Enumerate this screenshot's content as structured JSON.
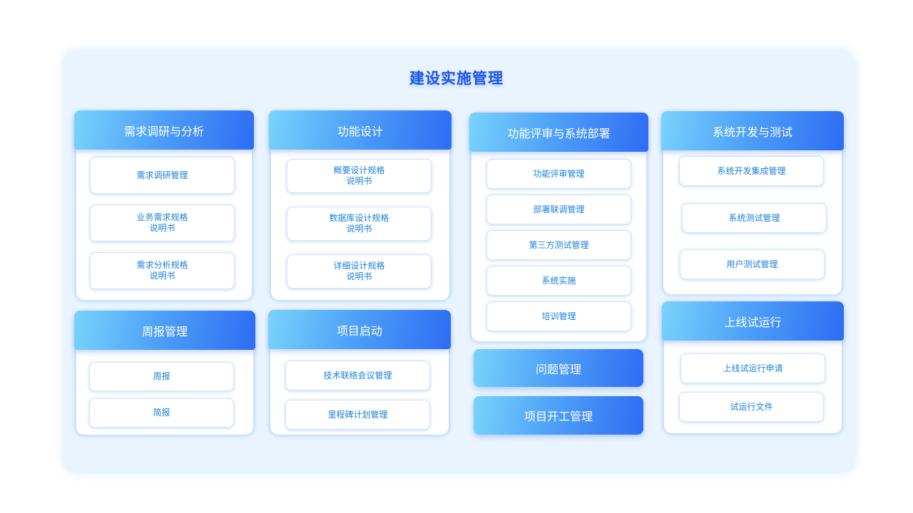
{
  "title": "建设实施管理",
  "cards": {
    "requirements": {
      "title": "需求调研与分析",
      "items": [
        "需求调研管理",
        "业务需求规格\n说明书",
        "需求分析规格\n说明书"
      ]
    },
    "weekly": {
      "title": "周报管理",
      "items": [
        "周报",
        "简报"
      ]
    },
    "design": {
      "title": "功能设计",
      "items": [
        "概要设计规格\n说明书",
        "数据库设计规格\n说明书",
        "详细设计规格\n说明书"
      ]
    },
    "kickoff": {
      "title": "项目启动",
      "items": [
        "技术联络会议管理",
        "里程碑计划管理"
      ]
    },
    "review": {
      "title": "功能评审与系统部署",
      "items": [
        "功能评审管理",
        "部署联调管理",
        "第三方测试管理",
        "系统实施",
        "培训管理"
      ]
    },
    "dev": {
      "title": "系统开发与测试",
      "items": [
        "系统开发集成管理",
        "系统测试管理",
        "用户测试管理"
      ]
    },
    "trial": {
      "title": "上线试运行",
      "items": [
        "上线试运行申请",
        "试运行文件"
      ]
    }
  },
  "blocks": {
    "issues": "问题管理",
    "start_work": "项目开工管理"
  },
  "colors": {
    "header_gradient_start": "#79d3fb",
    "header_gradient_end": "#2e6cf4",
    "item_text": "#1a7fd8",
    "title_text": "#1f55e8",
    "panel_bg": "#eaf4fe"
  }
}
